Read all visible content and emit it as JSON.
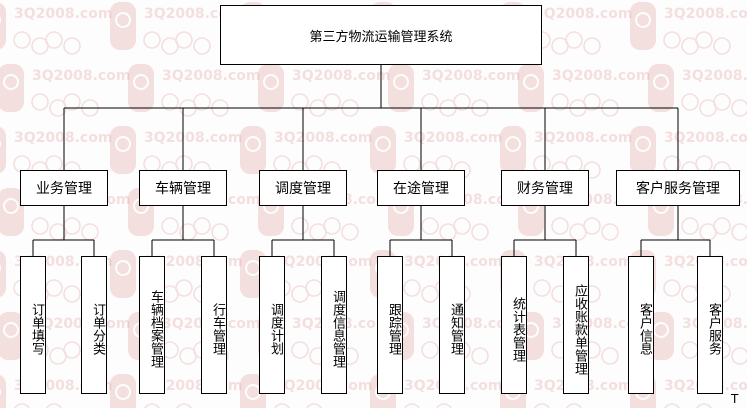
{
  "watermark": {
    "text": "3Q2008.com",
    "color": "#e3a3a3"
  },
  "diagram": {
    "root": "第三方物流运输管理系统",
    "modules": [
      {
        "label": "业务管理",
        "children": [
          "订单填写",
          "订单分类"
        ]
      },
      {
        "label": "车辆管理",
        "children": [
          "车辆档案管理",
          "行车管理"
        ]
      },
      {
        "label": "调度管理",
        "children": [
          "调度计划",
          "调度信息管理"
        ]
      },
      {
        "label": "在途管理",
        "children": [
          "跟踪管理",
          "通知管理"
        ]
      },
      {
        "label": "财务管理",
        "children": [
          "统计表管理",
          "应收账款单管理"
        ]
      },
      {
        "label": "客户服务管理",
        "children": [
          "客户信息",
          "客户服务"
        ]
      }
    ]
  },
  "cursor_glyph": "T"
}
